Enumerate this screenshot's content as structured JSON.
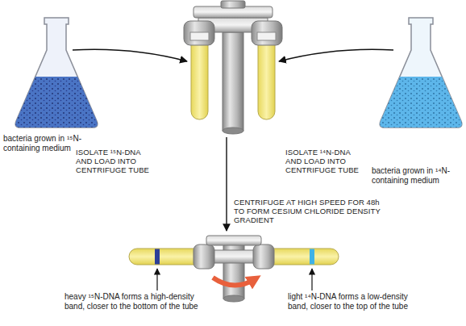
{
  "diagram": {
    "labels": [
      "bacteria grown in ¹⁵N-containing medium",
      "ISOLATE ¹⁵N-DNA AND LOAD INTO CENTRIFUGE TUBE",
      "ISOLATE ¹⁴N-DNA AND LOAD INTO CENTRIFUGE TUBE",
      "bacteria grown in ¹⁴N-containing medium",
      "CENTRIFUGE AT HIGH SPEED FOR 48h TO FORM CESIUM CHLORIDE DENSITY GRADIENT",
      "heavy ¹⁵N-DNA forms a high-density band, closer to the bottom of the tube",
      "light ¹⁴N-DNA forms a low-density band, closer to the top of the tube"
    ]
  }
}
